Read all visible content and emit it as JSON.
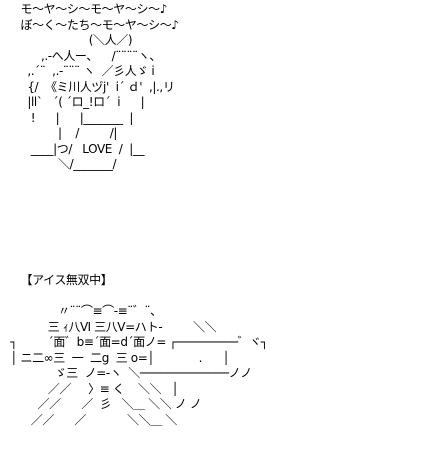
{
  "post": {
    "art_one": {
      "lines": [
        "      モ〜ヤ〜シ〜モ〜ヤ〜シ〜♪",
        "      ぼ〜く〜たち〜モ〜ヤ〜シ〜♪",
        "                          (＼人／)",
        "            ,.-へ人ー、    /¨¨¨¨ヽ、",
        "        ,.´¨  ,.-¨¨¨ ヽ  ／彡人ゞ i",
        "        {/  《ミ川人ヅj'  i´ ｄ'  ,|.,リ",
        "        |ll`   ´( ´ロ_!ロ´  i      |",
        "         !      |      |_______  |",
        "                 |    /         /|",
        "         ____|つ/   LOVE  /  |__",
        "                 ＼/_______/"
      ]
    },
    "art_two": {
      "lines": [
        "      【アイス無双中】",
        "",
        "                 〃¨¨⌒≡⌒-≡¨゛¨、",
        "              三 ｨ八Ⅵ 三八V=ハト-         ＼＼",
        "   ┐         ´面゛b≡´面=d´面ノ= ┌─────────゛ヾ┐",
        "   │ ニ二∞三  一  二g  三 o=│             .      │",
        "                ゞ三  ノ=-ヽ  ＼─────────────ノノ",
        "              ／／     〉≡ く    ＼＼   │",
        "           ／／      ／  彡   ＼＿ ＼＼ ノ ノ",
        "         ／／      ／            ＼＼＿ ＼"
      ]
    }
  }
}
